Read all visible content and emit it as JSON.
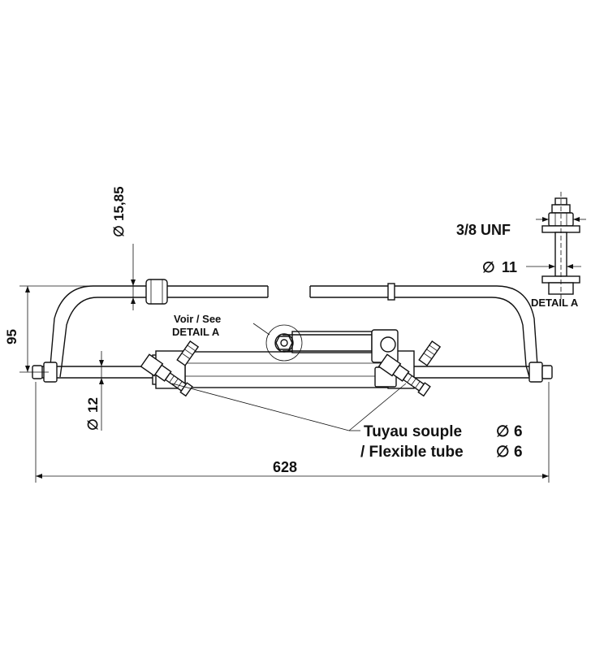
{
  "dimensions": {
    "tie_bar_diameter": "15,85",
    "height": "95",
    "rod_diameter": "12",
    "overall_length": "628",
    "stud_diameter": "11"
  },
  "labels": {
    "see_detail": "Voir / See",
    "detail_ref": "DETAIL A",
    "thread": "3/8 UNF",
    "detail_title": "DETAIL A",
    "hose_fr": "Tuyau souple",
    "hose_en": "/ Flexible tube",
    "hose_size": "6"
  },
  "symbols": {
    "diameter": "∅"
  }
}
